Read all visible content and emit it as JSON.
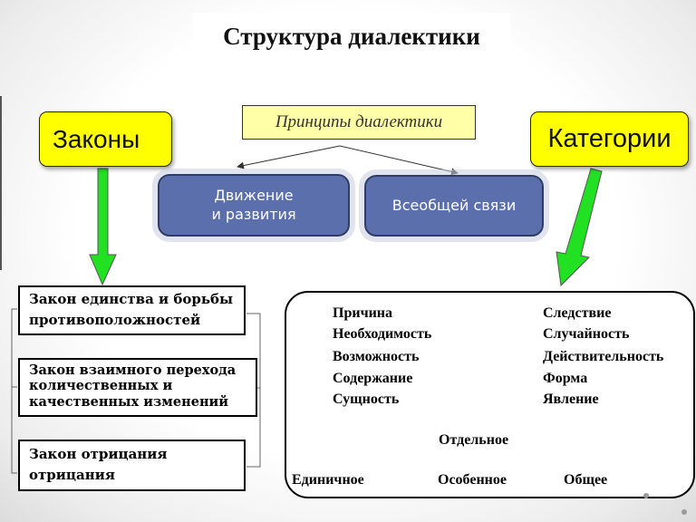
{
  "title": "Структура диалектики",
  "laws": {
    "label": "Законы",
    "items": [
      {
        "lines": [
          "Закон единства и борьбы",
          "противоположностей"
        ]
      },
      {
        "lines": [
          "Закон взаимного перехода",
          "количественных и",
          "качественных изменений"
        ]
      },
      {
        "lines": [
          "Закон отрицания",
          "отрицания"
        ]
      }
    ]
  },
  "principles": {
    "label": "Принципы диалектики",
    "items": [
      {
        "lines": [
          "Движение",
          "и развития"
        ]
      },
      {
        "lines": [
          "Всеобщей связи"
        ]
      }
    ]
  },
  "categories": {
    "label": "Категории",
    "pairs": [
      {
        "left": "Причина",
        "right": "Следствие"
      },
      {
        "left": "Необходимость",
        "right": "Случайность"
      },
      {
        "left": "Возможность",
        "right": "Действительность"
      },
      {
        "left": "Содержание",
        "right": "Форма"
      },
      {
        "left": "Сущность",
        "right": "Явление"
      }
    ],
    "separate": "Отдельное",
    "single": "Единичное",
    "particular": "Особенное",
    "general": "Общее"
  },
  "colors": {
    "yellow": "#ffff00",
    "principles_bg": "#ffffa8",
    "blue": "#5b6fad",
    "green_arrow": "#22e022"
  }
}
